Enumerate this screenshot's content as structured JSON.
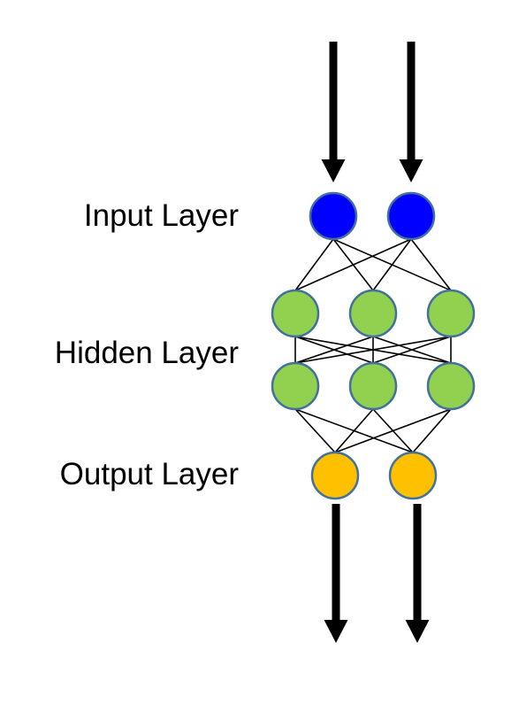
{
  "labels": {
    "input": "Input Layer",
    "hidden": "Hidden Layer",
    "output": "Output Layer"
  },
  "colors": {
    "input_node": "#0000ff",
    "hidden_node": "#92d050",
    "output_node": "#ffc000",
    "node_border": "#41719c",
    "edge": "#000000",
    "arrow": "#000000"
  },
  "network": {
    "layers": [
      {
        "name": "input",
        "nodes": 2
      },
      {
        "name": "hidden-1",
        "nodes": 3
      },
      {
        "name": "hidden-2",
        "nodes": 3
      },
      {
        "name": "output",
        "nodes": 2
      }
    ],
    "connections": "fully-connected",
    "input_arrows": 2,
    "output_arrows": 2
  }
}
